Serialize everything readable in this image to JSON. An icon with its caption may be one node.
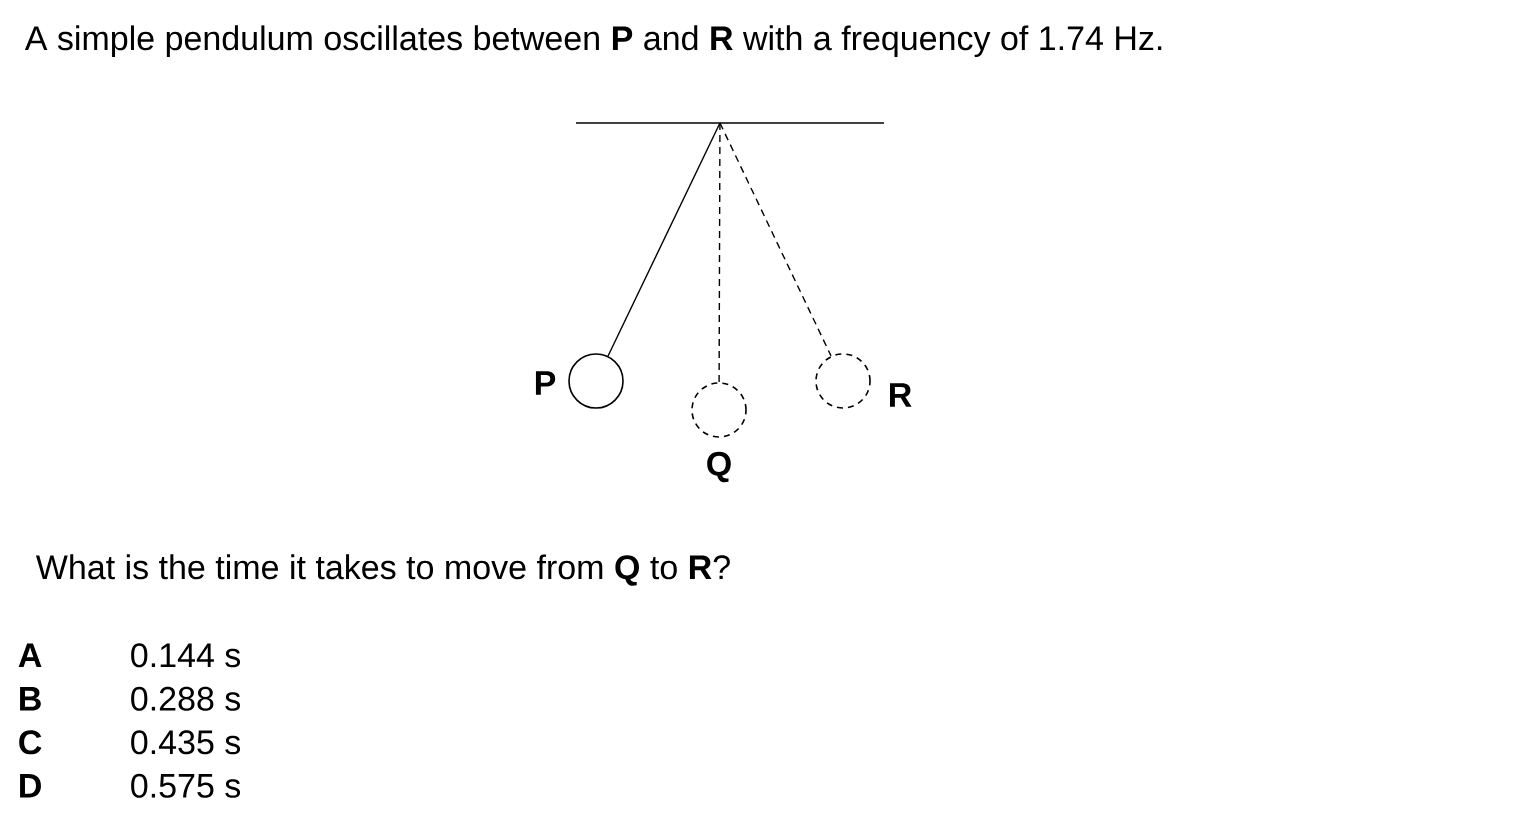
{
  "diagram": {
    "title": "A simple pendulum oscillates between **P** and **R** with a frequency of 1.74 Hz.",
    "nodes": [
      {
        "text": [],
        "shape": "bar"
      },
      {
        "text": [],
        "shape": "circle",
        "beside": [
          "P"
        ]
      },
      {
        "text": [],
        "shape": "circle",
        "beside": [
          "Q"
        ]
      },
      {
        "text": [],
        "shape": "circle",
        "beside": [
          "R"
        ]
      }
    ],
    "edges": [
      {
        "from": 0,
        "to": 1,
        "arrow": "none"
      },
      {
        "from": 0,
        "to": 2,
        "arrow": "none",
        "style": "dashed"
      },
      {
        "from": 0,
        "to": 3,
        "arrow": "none",
        "style": "dashed"
      }
    ],
    "labels": [
      "What is the time it takes to move from **Q** to **R**?",
      "A",
      "0.144 s",
      "B",
      "0.288 s",
      "C",
      "0.435 s",
      "D",
      "0.575 s"
    ]
  }
}
